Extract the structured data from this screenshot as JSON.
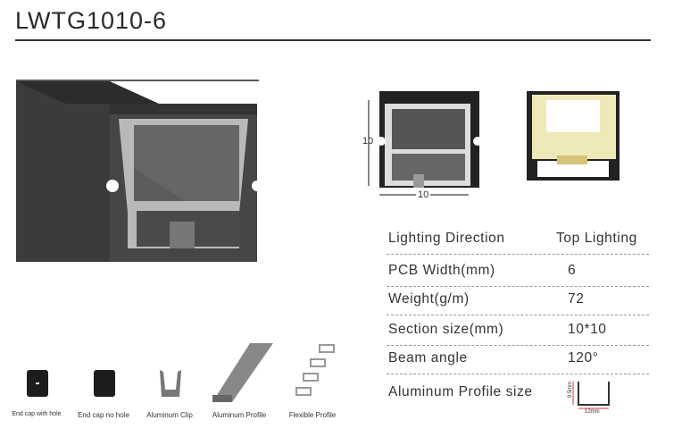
{
  "title": "LWTG1010-6",
  "diagram": {
    "height_label": "10",
    "width_label": "10"
  },
  "specs": [
    {
      "label": "Lighting  Direction",
      "value": "Top Lighting"
    },
    {
      "label": "PCB  Width(mm)",
      "value": "6"
    },
    {
      "label": "Weight(g/m)",
      "value": "72"
    },
    {
      "label": "Section size(mm)",
      "value": "10*10"
    },
    {
      "label": "Beam angle",
      "value": "120°"
    },
    {
      "label": "Aluminum Profile size",
      "value": ""
    }
  ],
  "profile_dims": {
    "height": "9.5mm",
    "width": "12mm"
  },
  "accessories": [
    {
      "label": "End cap with hole"
    },
    {
      "label": "End cap no hole"
    },
    {
      "label": "Aluminum Clip"
    },
    {
      "label": "Aluminum Profile"
    },
    {
      "label": "Flexible Profile"
    }
  ]
}
